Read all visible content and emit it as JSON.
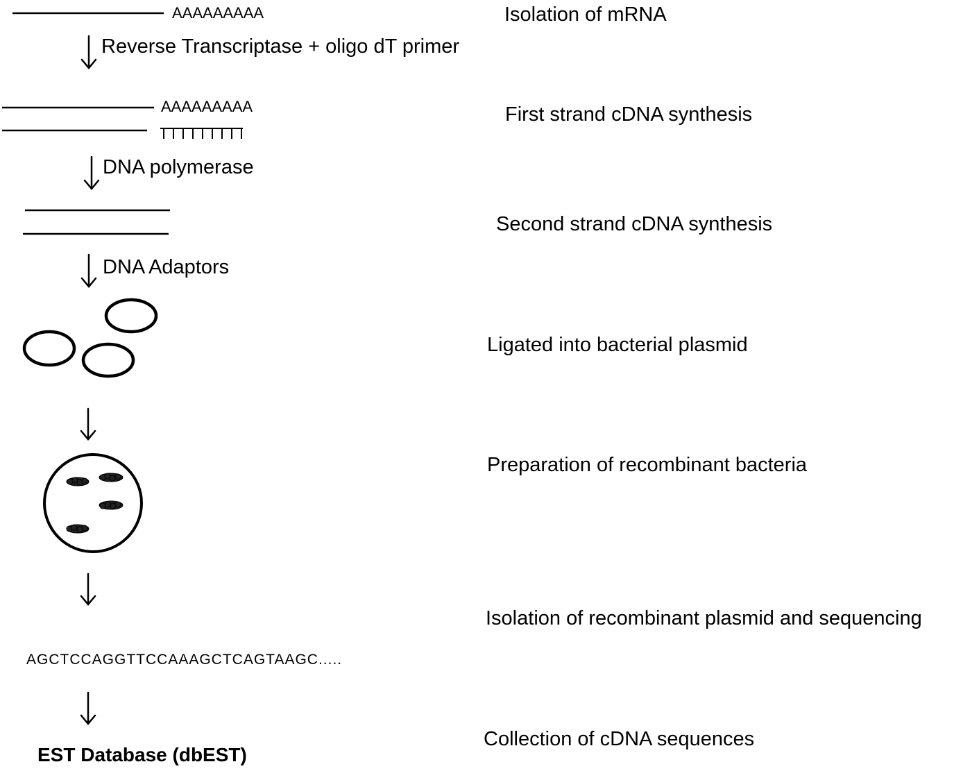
{
  "steps": [
    "Isolation of mRNA",
    "First strand cDNA synthesis",
    "Second strand cDNA synthesis",
    "Ligated into bacterial plasmid",
    "Preparation of recombinant bacteria",
    "Isolation of recombinant plasmid and sequencing",
    "Collection of cDNA sequences"
  ],
  "reagents": [
    "Reverse Transcriptase + oligo dT primer",
    "DNA polymerase",
    "DNA Adaptors"
  ],
  "sequences": {
    "polyA_tail": "AAAAAAAAA",
    "polyT": "TTTTTTTTT",
    "example_read": "AGCTCCAGGTTCCAAAGCTCAGTAAGC....."
  },
  "database": "EST Database (dbEST)"
}
